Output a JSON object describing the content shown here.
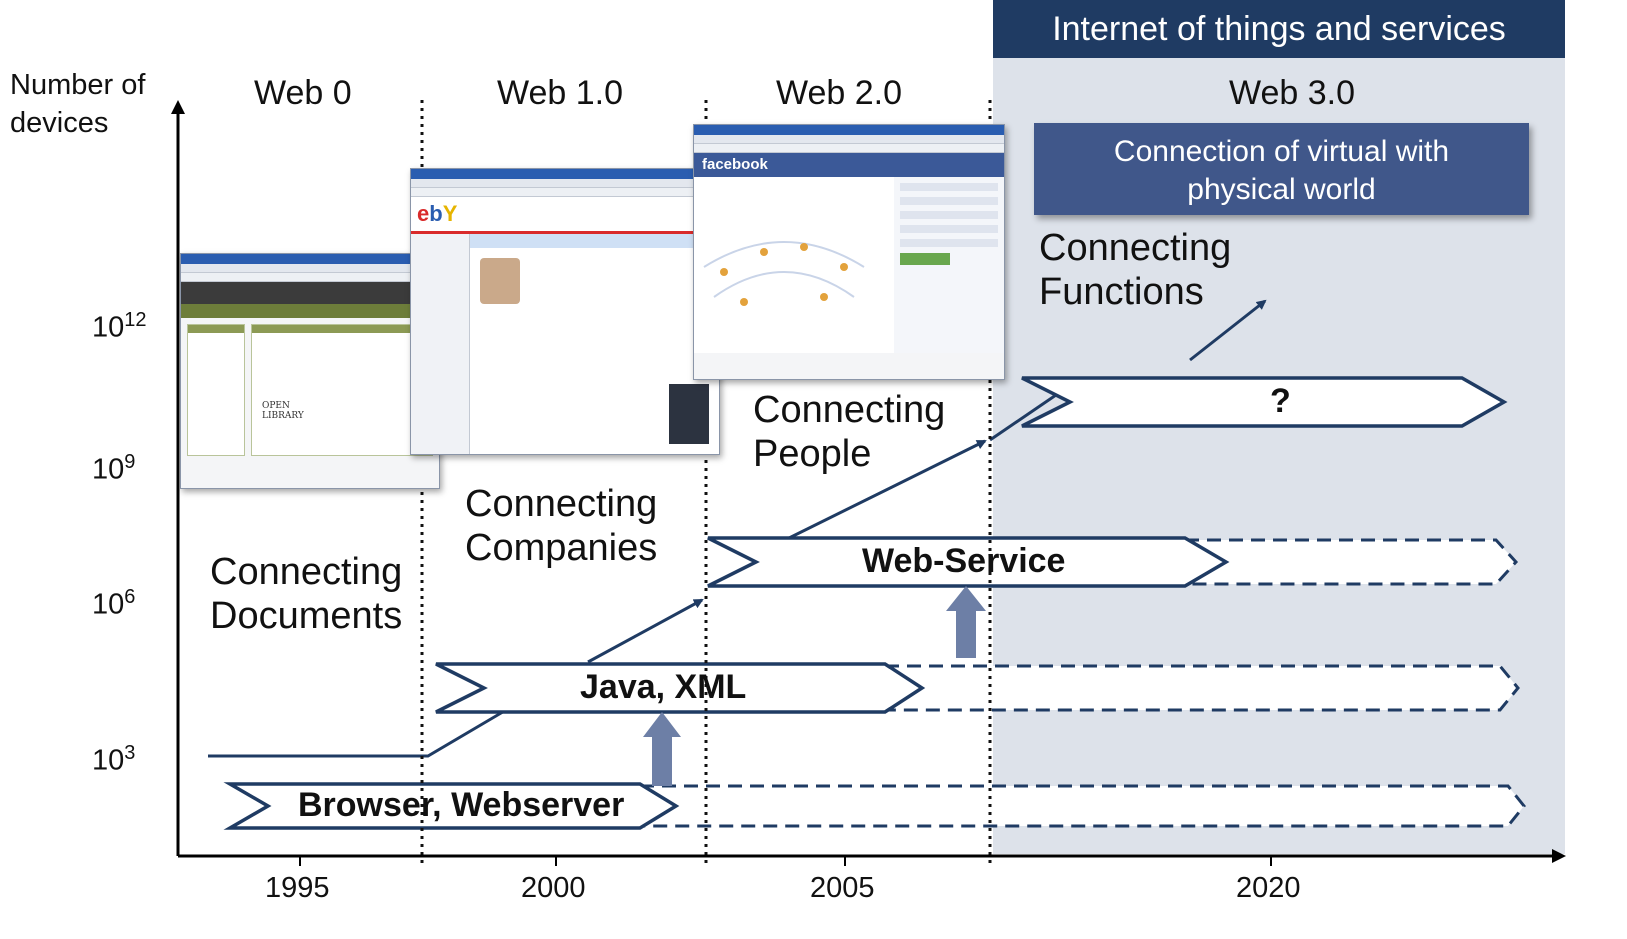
{
  "banner": {
    "title": "Internet of things and services"
  },
  "y_axis": {
    "title_line1": "Number of",
    "title_line2": "devices",
    "ticks": [
      {
        "base": "10",
        "exp": "3"
      },
      {
        "base": "10",
        "exp": "6"
      },
      {
        "base": "10",
        "exp": "9"
      },
      {
        "base": "10",
        "exp": "12"
      }
    ]
  },
  "x_axis": {
    "ticks": [
      "1995",
      "2000",
      "2005",
      "2020"
    ]
  },
  "eras": [
    "Web 0",
    "Web 1.0",
    "Web 2.0",
    "Web 3.0"
  ],
  "web3_box": {
    "line1": "Connection of virtual with",
    "line2": "physical world"
  },
  "connecting": {
    "documents": {
      "line1": "Connecting",
      "line2": "Documents"
    },
    "companies": {
      "line1": "Connecting",
      "line2": "Companies"
    },
    "people": {
      "line1": "Connecting",
      "line2": "People"
    },
    "functions": {
      "line1": "Connecting",
      "line2": "Functions"
    }
  },
  "technologies": {
    "browser": "Browser, Webserver",
    "java": "Java, XML",
    "webservice": "Web-Service",
    "future": "?"
  },
  "screenshots": [
    {
      "name": "internet-archive-screenshot",
      "title": "Internet Archive Projects - Windows Internet Explorer",
      "logo": "OPEN LIBRARY"
    },
    {
      "name": "ebay-screenshot",
      "title": "eBay - der weltweite Online-Marktplatz - Windows Internet Explorer",
      "logo": "ebY"
    },
    {
      "name": "facebook-screenshot",
      "title": "Willkommen bei Facebook - Windows Internet Explorer",
      "logo": "facebook"
    }
  ],
  "colors": {
    "navy": "#1f3b63",
    "box": "#40578a",
    "web3_background": "#dde2ea",
    "arrow_fill": "#6d7fa6"
  }
}
